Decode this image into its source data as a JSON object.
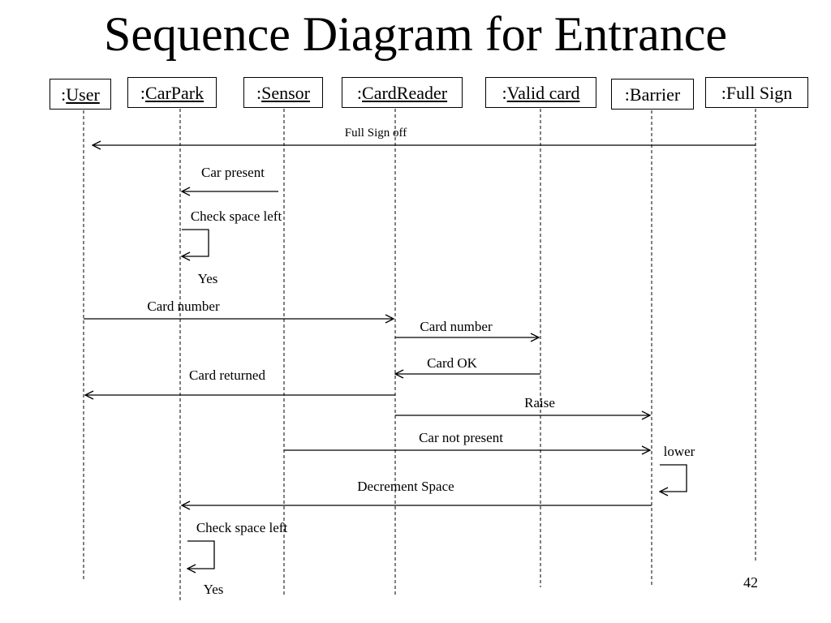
{
  "title": "Sequence Diagram for Entrance",
  "objects": [
    {
      "id": "user",
      "prefix": ":",
      "name": "User",
      "underlined": true
    },
    {
      "id": "carpark",
      "prefix": ":",
      "name": "CarPark",
      "underlined": true
    },
    {
      "id": "sensor",
      "prefix": ":",
      "name": "Sensor",
      "underlined": true
    },
    {
      "id": "cardreader",
      "prefix": ":",
      "name": "CardReader",
      "underlined": true
    },
    {
      "id": "validcard",
      "prefix": ":",
      "name": "Valid card",
      "underlined": true
    },
    {
      "id": "barrier",
      "prefix": ":",
      "name": "Barrier",
      "underlined": false
    },
    {
      "id": "fullsign",
      "prefix": ":",
      "name": "Full Sign",
      "underlined": false
    }
  ],
  "messages": [
    {
      "from": "fullsign",
      "to": "user",
      "label": "Full Sign off"
    },
    {
      "from": "sensor",
      "to": "carpark",
      "label": "Car present"
    },
    {
      "from": "carpark",
      "to": "carpark",
      "label": "Check space left",
      "note": "Yes"
    },
    {
      "from": "user",
      "to": "cardreader",
      "label": "Card number"
    },
    {
      "from": "cardreader",
      "to": "validcard",
      "label": "Card number"
    },
    {
      "from": "validcard",
      "to": "cardreader",
      "label": "Card OK"
    },
    {
      "from": "cardreader",
      "to": "user",
      "label": "Card returned"
    },
    {
      "from": "cardreader",
      "to": "barrier",
      "label": "Raise"
    },
    {
      "from": "sensor",
      "to": "barrier",
      "label": "Car not present"
    },
    {
      "from": "barrier",
      "to": "barrier",
      "label": "lower"
    },
    {
      "from": "barrier",
      "to": "carpark",
      "label": "Decrement Space"
    },
    {
      "from": "carpark",
      "to": "carpark",
      "label": "Check space left",
      "note": "Yes"
    }
  ],
  "page_number": "42"
}
